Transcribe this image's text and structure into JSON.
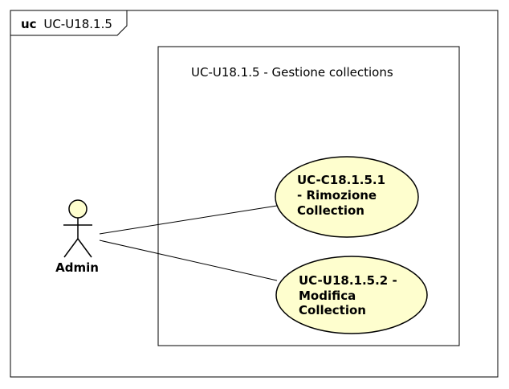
{
  "frame": {
    "keyword": "uc",
    "name": "UC-U18.1.5"
  },
  "system": {
    "title": "UC-U18.1.5 - Gestione collections"
  },
  "actor": {
    "name": "Admin"
  },
  "use_cases": [
    {
      "lines": [
        "UC-C18.1.5.1",
        "- Rimozione",
        "Collection"
      ]
    },
    {
      "lines": [
        "UC-U18.1.5.2 -",
        "Modifica",
        "Collection"
      ]
    }
  ],
  "colors": {
    "fill": "#fefece",
    "stroke": "#000000",
    "background": "#ffffff"
  }
}
